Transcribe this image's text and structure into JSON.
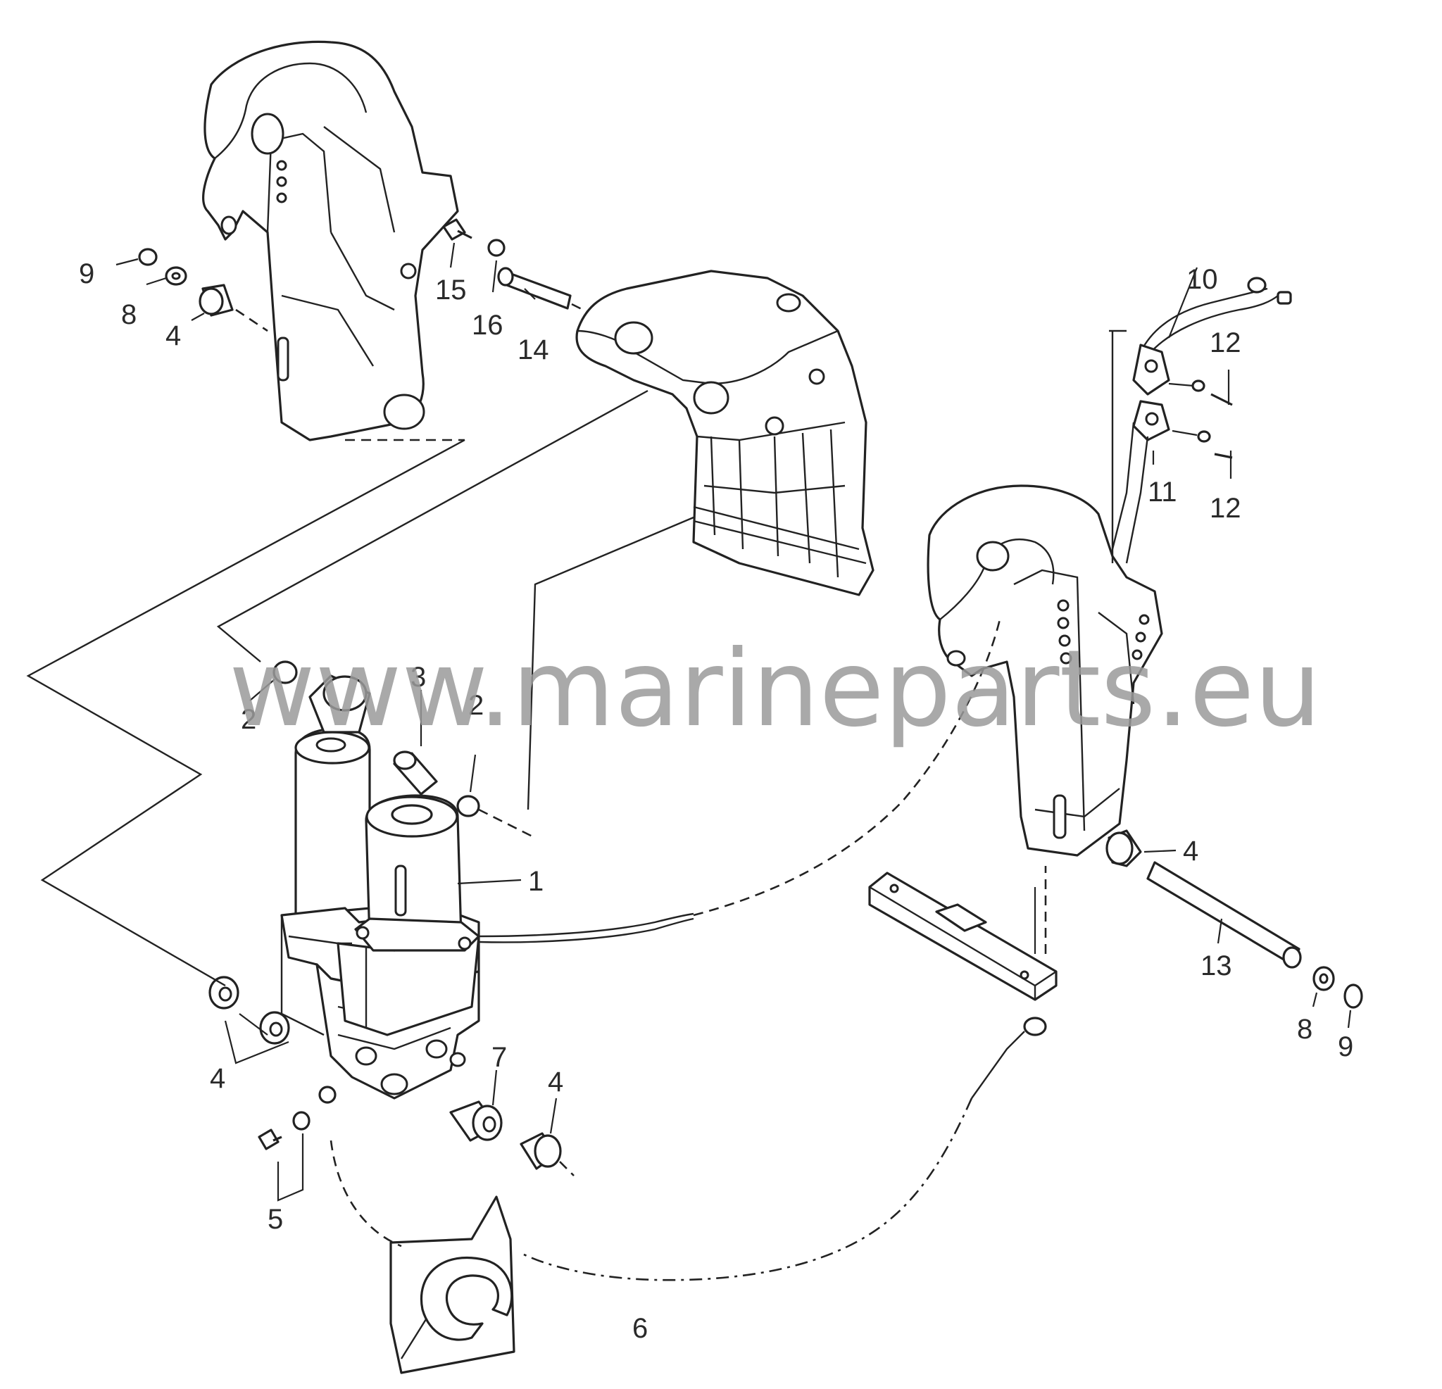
{
  "watermark": "www.marineparts.eu",
  "callouts": [
    {
      "id": "c-9-a",
      "text": "9"
    },
    {
      "id": "c-8-a",
      "text": "8"
    },
    {
      "id": "c-4-a",
      "text": "4"
    },
    {
      "id": "c-15",
      "text": "15"
    },
    {
      "id": "c-16",
      "text": "16"
    },
    {
      "id": "c-14",
      "text": "14"
    },
    {
      "id": "c-10",
      "text": "10"
    },
    {
      "id": "c-12-a",
      "text": "12"
    },
    {
      "id": "c-11",
      "text": "11"
    },
    {
      "id": "c-12-b",
      "text": "12"
    },
    {
      "id": "c-3",
      "text": "3"
    },
    {
      "id": "c-2-a",
      "text": "2"
    },
    {
      "id": "c-2-b",
      "text": "2"
    },
    {
      "id": "c-1",
      "text": "1"
    },
    {
      "id": "c-4-b",
      "text": "4"
    },
    {
      "id": "c-13",
      "text": "13"
    },
    {
      "id": "c-8-b",
      "text": "8"
    },
    {
      "id": "c-9-b",
      "text": "9"
    },
    {
      "id": "c-4-c",
      "text": "4"
    },
    {
      "id": "c-7",
      "text": "7"
    },
    {
      "id": "c-4-d",
      "text": "4"
    },
    {
      "id": "c-5",
      "text": "5"
    },
    {
      "id": "c-6",
      "text": "6"
    }
  ]
}
